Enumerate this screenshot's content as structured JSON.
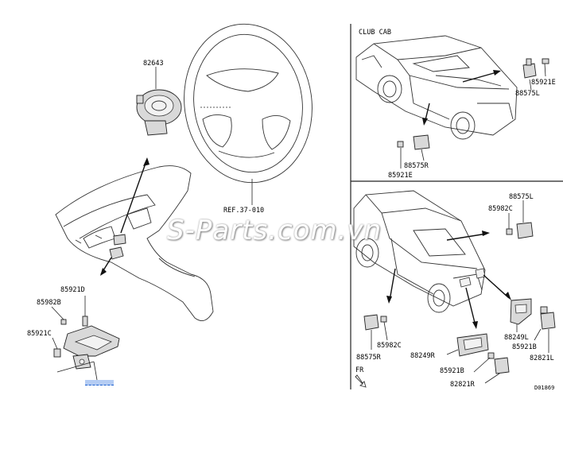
{
  "diagram": {
    "sections": {
      "club_cab_label": "CLUB CAB"
    },
    "labels": {
      "p82643": "82643",
      "ref_37_010": "REF.37-010",
      "p85921D": "85921D",
      "p85982B": "85982B",
      "p85921C": "85921C",
      "p85921E_top": "85921E",
      "p88575L_top": "88575L",
      "p88575R_top": "88575R",
      "p85921E_mid": "85921E",
      "p88575L_bot": "88575L",
      "p85982C_right": "85982C",
      "p88575R_bot": "88575R",
      "p85982C_left": "85982C",
      "p88249L": "88249L",
      "p85921B_right": "85921B",
      "p82821L": "82821L",
      "p88249R": "88249R",
      "p85921B_mid": "85921B",
      "p82821R": "82821R",
      "fr": "FR",
      "drawing_code": "D01869"
    },
    "watermark": "S-Parts.com.vn",
    "colors": {
      "line": "#333333",
      "highlight": "#1a5fd0"
    }
  }
}
